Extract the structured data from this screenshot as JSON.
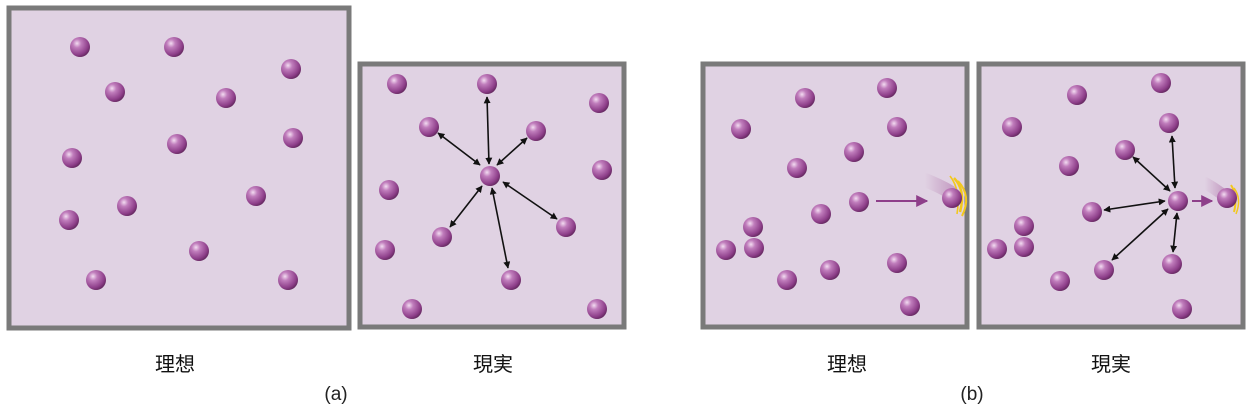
{
  "colors": {
    "box_fill": "#e0d2e3",
    "box_border": "#7a7a7a",
    "molecule": "#9a4a94",
    "arrow": "#111111",
    "motion_arrow": "#8e3f8a",
    "impact": "#f2c81e"
  },
  "panels": [
    {
      "caption": "理想"
    },
    {
      "caption": "現実"
    },
    {
      "caption": "理想"
    },
    {
      "caption": "現実"
    }
  ],
  "parts": [
    {
      "label": "(a)"
    },
    {
      "label": "(b)"
    }
  ]
}
